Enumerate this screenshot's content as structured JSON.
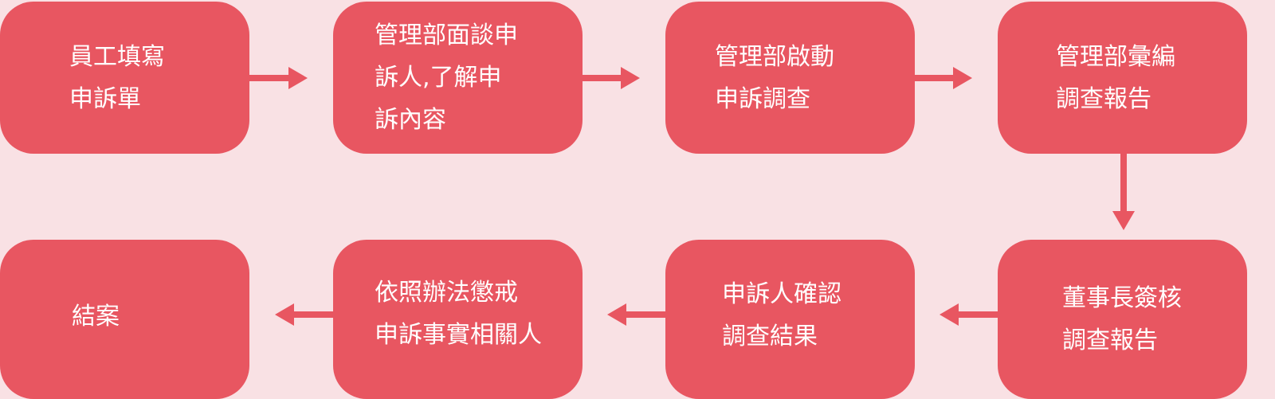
{
  "colors": {
    "background": "#f9e1e4",
    "box": "#e85661",
    "text": "#ffffff"
  },
  "steps": [
    {
      "lines": [
        "員工填寫",
        "申訴單"
      ]
    },
    {
      "lines": [
        "管理部面談申",
        "訴人,了解申",
        "訴內容"
      ]
    },
    {
      "lines": [
        "管理部啟動",
        "申訴調查"
      ]
    },
    {
      "lines": [
        "管理部彙編",
        "調查報告"
      ]
    },
    {
      "lines": [
        "董事長簽核",
        "調查報告"
      ]
    },
    {
      "lines": [
        "申訴人確認",
        "調查結果"
      ]
    },
    {
      "lines": [
        "依照辦法懲戒",
        "申訴事實相關人"
      ]
    },
    {
      "lines": [
        "結案"
      ]
    }
  ]
}
